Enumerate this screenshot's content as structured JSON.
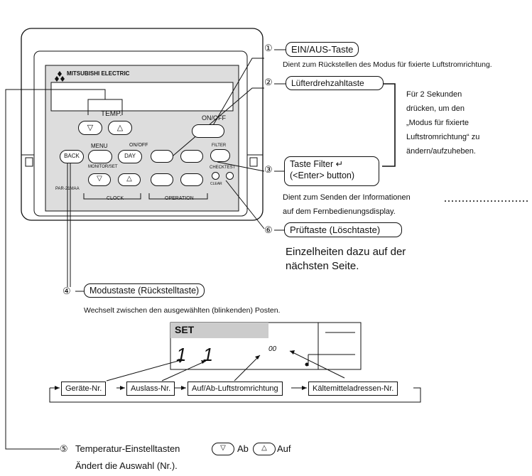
{
  "remote": {
    "brand": "MITSUBISHI ELECTRIC",
    "model": "PAR-21MAA",
    "temp_label": "TEMP.",
    "onoff_label": "ON/OFF",
    "menu_label": "MENU",
    "onoff2_label": "ON/OFF",
    "back_label": "BACK",
    "day_label": "DAY",
    "monitor_label": "MONITOR/SET",
    "clock_label": "CLOCK",
    "operation_label": "OPERATION",
    "filter_label": "FILTER",
    "check_label": "CHECK",
    "test_label": "TEST",
    "clear_label": "CLEAR",
    "down_symbol": "▽",
    "up_symbol": "△"
  },
  "callouts": {
    "c1": {
      "num": "①",
      "title": "EIN/AUS-Taste",
      "desc": "Dient zum Rückstellen des Modus für fixierte Luftstromrichtung."
    },
    "c2": {
      "num": "②",
      "title": "Lüfterdrehzahltaste"
    },
    "c3": {
      "num": "③",
      "title_line1": "Taste Filter ↵",
      "title_line2": "(<Enter> button)",
      "desc_line1": "Dient zum Senden der Informationen",
      "desc_line2": "auf dem Fernbedienungsdisplay."
    },
    "side_note": [
      "Für 2 Sekunden",
      "drücken, um den",
      "„Modus für fixierte",
      "Luftstromrichtung“ zu",
      "ändern/aufzuheben."
    ],
    "c6": {
      "num": "⑥",
      "title": "Prüftaste (Löschtaste)",
      "note_line1": "Einzelheiten dazu auf der",
      "note_line2": "nächsten Seite."
    },
    "c4": {
      "num": "④",
      "title": "Modustaste (Rückstelltaste)",
      "desc": "Wechselt zwischen den ausgewählten (blinkenden) Posten."
    },
    "c5": {
      "num": "⑤",
      "text_prefix": "Temperatur-Einstelltasten",
      "down": "▽",
      "ab": "Ab",
      "up": "△",
      "auf": "Auf",
      "desc": "Ändert die Auswahl (Nr.)."
    }
  },
  "lcd": {
    "set": "SET",
    "digits": "1 1",
    "digits2": "00"
  },
  "flow": [
    "Geräte-Nr.",
    "Auslass-Nr.",
    "Auf/Ab-Luftstromrichtung",
    "Kältemitteladressen-Nr."
  ]
}
